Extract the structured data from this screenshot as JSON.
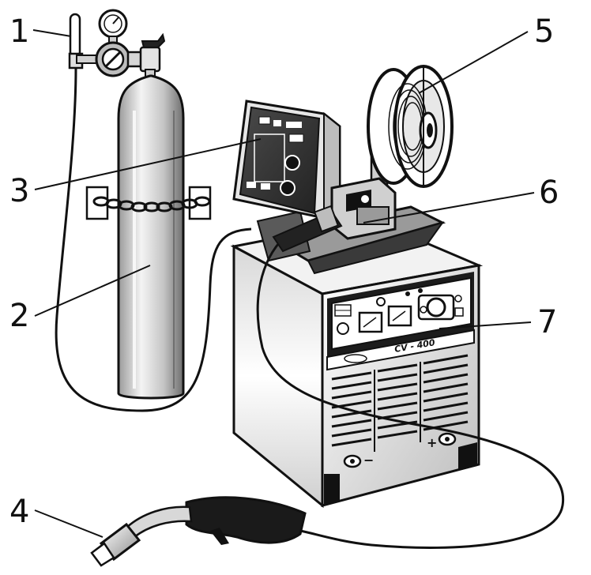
{
  "callouts": [
    {
      "id": "1",
      "text": "1"
    },
    {
      "id": "2",
      "text": "2"
    },
    {
      "id": "3",
      "text": "3"
    },
    {
      "id": "4",
      "text": "4"
    },
    {
      "id": "5",
      "text": "5"
    },
    {
      "id": "6",
      "text": "6"
    },
    {
      "id": "7",
      "text": "7"
    }
  ],
  "machine": {
    "model_label": "CV - 400",
    "minus_label": "−",
    "plus_label": "+"
  },
  "colors": {
    "ink": "#111111",
    "cylinder_light": "#f2f2f2",
    "cylinder_dark": "#8a8a8a",
    "cabinet_light": "#ffffff",
    "cabinet_dark": "#6a6a6a",
    "torch_handle": "#1a1a1a"
  }
}
